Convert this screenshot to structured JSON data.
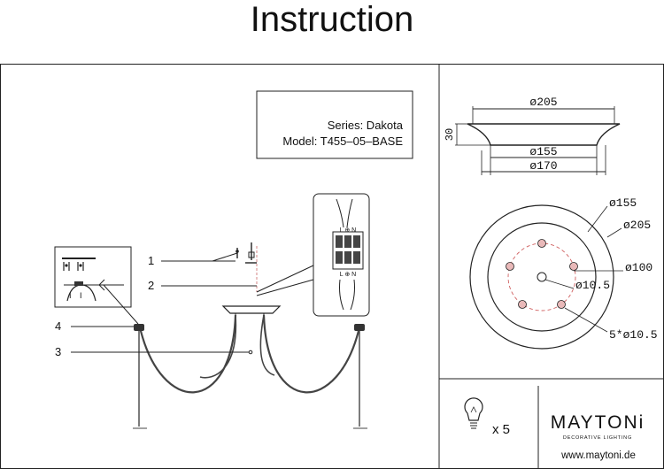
{
  "title": "Instruction",
  "info_box": {
    "series": "Series: Dakota",
    "model": "Model: T455–05–BASE"
  },
  "callouts": [
    "1",
    "2",
    "3",
    "4"
  ],
  "side_view": {
    "top_diameter": "ø205",
    "height": "30",
    "inner_diameter": "ø155",
    "base_diameter": "ø170"
  },
  "top_view": {
    "inner_ring": "ø155",
    "outer_ring": "ø205",
    "hole_circle": "ø100",
    "center_hole": "ø10.5",
    "holes": "5*ø10.5"
  },
  "terminal": {
    "top_labels": "L ⊕ N",
    "bottom_labels": "L ⊕ N"
  },
  "footer": {
    "bulb_count": "x 5",
    "brand": "MAYTONi",
    "brand_tagline": "DECORATIVE LIGHTING",
    "website": "www.maytoni.de"
  },
  "colors": {
    "line": "#222222",
    "hole_fill": "#e9b9b9",
    "hole_dash": "#d06060"
  }
}
